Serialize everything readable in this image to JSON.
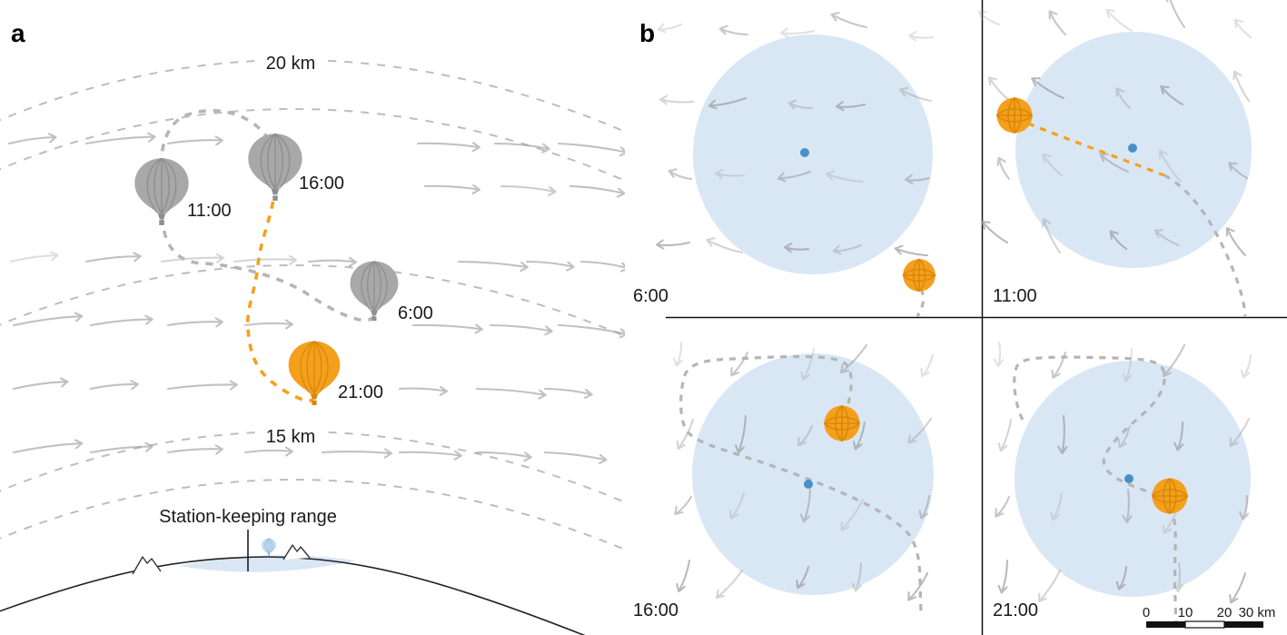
{
  "panel_a": {
    "label": "a",
    "altitude_top": "20 km",
    "altitude_bottom": "15 km",
    "time_1100": "11:00",
    "time_1600": "16:00",
    "time_0600": "6:00",
    "time_2100": "21:00",
    "station_keeping_label": "Station-keeping range"
  },
  "panel_b": {
    "label": "b",
    "time_0600": "6:00",
    "time_1100": "11:00",
    "time_1600": "16:00",
    "time_2100": "21:00",
    "scale_ticks": [
      "0",
      "10",
      "20",
      "30 km"
    ]
  },
  "colors": {
    "balloon_orange": "#F5A01D",
    "balloon_gray": "#A8A8A8",
    "range_fill": "#D9E7F5",
    "target_dot": "#4A90C8",
    "trajectory_gray": "#B5B5B5",
    "wind_arrow": "#9B9B9B"
  }
}
